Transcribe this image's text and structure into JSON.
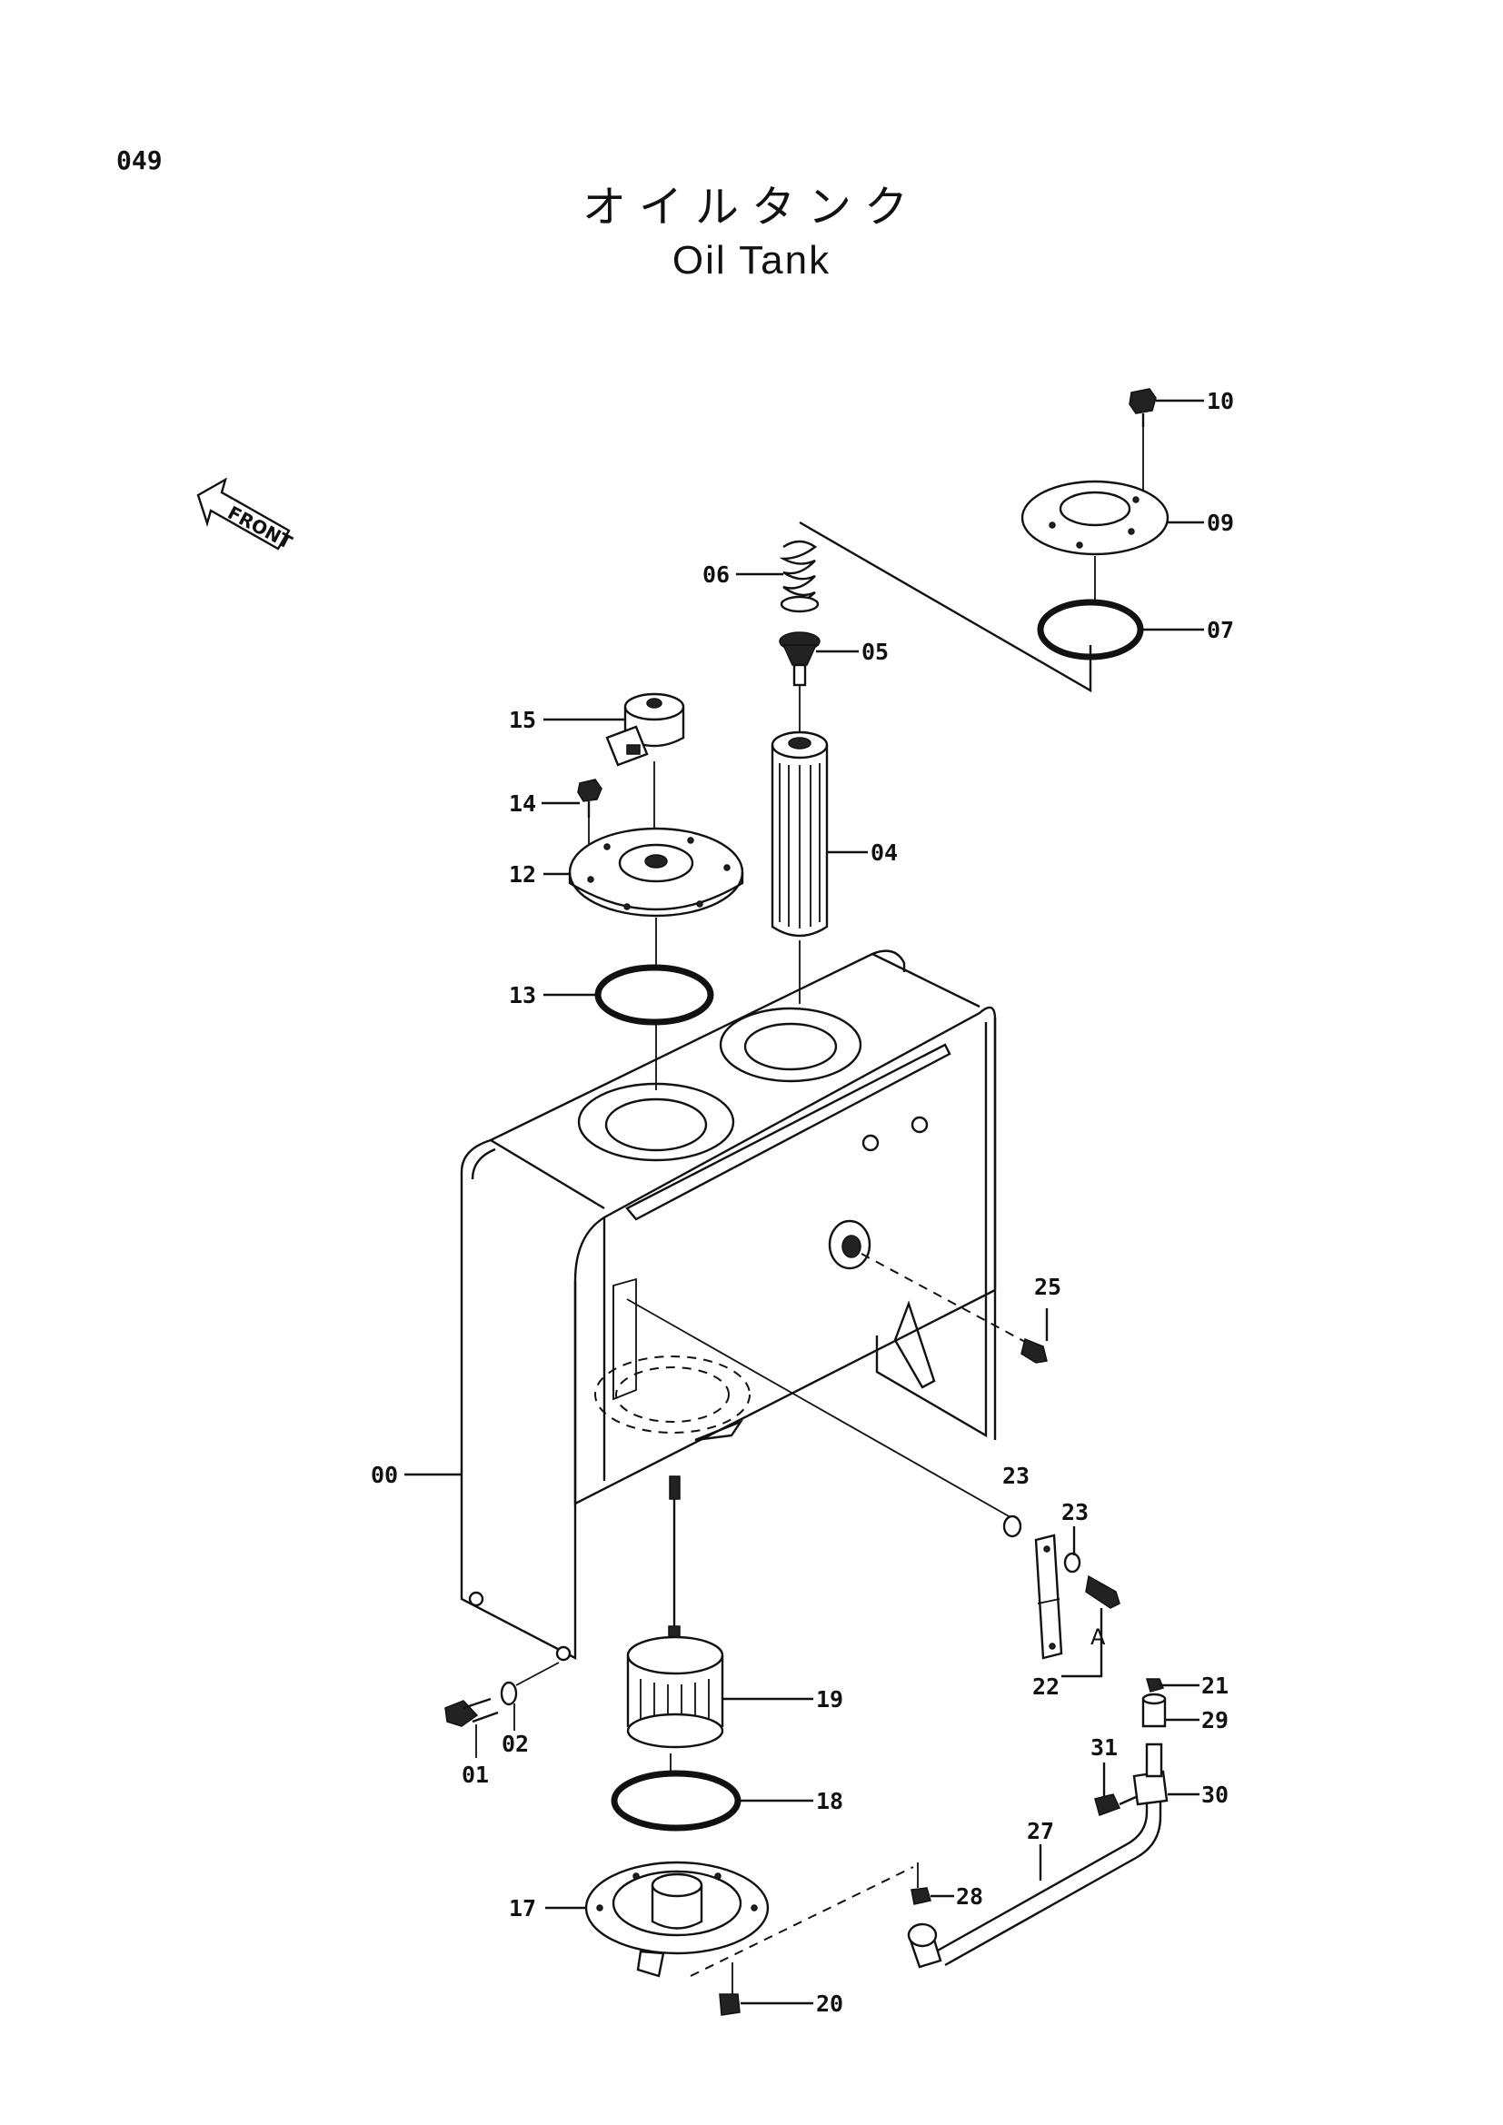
{
  "page_number": "049",
  "title_jp": "オイルタンク",
  "title_en": "Oil Tank",
  "front_label": "FRONT",
  "callouts": {
    "p00": "00",
    "p01": "01",
    "p02": "02",
    "p04": "04",
    "p05": "05",
    "p06": "06",
    "p07": "07",
    "p09": "09",
    "p10": "10",
    "p12": "12",
    "p13": "13",
    "p14": "14",
    "p15": "15",
    "p17": "17",
    "p18": "18",
    "p19": "19",
    "p20": "20",
    "p21": "21",
    "p22": "22",
    "p23a": "23",
    "p23b": "23",
    "p25": "25",
    "p27": "27",
    "p28": "28",
    "p29": "29",
    "p30": "30",
    "p31": "31",
    "pA": "A"
  }
}
